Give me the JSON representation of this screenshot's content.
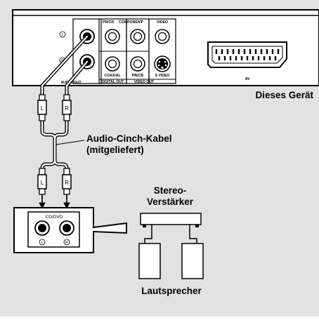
{
  "device": {
    "name": "Dieses Gerät",
    "labels": {
      "audio_out": "AUDIO OUT",
      "component": "COMPONENT",
      "pb_cb": "PB/CB",
      "pr_cr": "PR/CR",
      "y": "Y",
      "video": "VIDEO",
      "coaxial": "COAXIAL",
      "digital_out": "DIGITAL OUT",
      "s_video": "S VIDEO",
      "video_out": "VIDEO OUT",
      "av": "AV",
      "left": "L",
      "right": "R"
    }
  },
  "cable": {
    "name_line1": "Audio-Cinch-Kabel",
    "name_line2": "(mitgeliefert)",
    "plug_left": "L",
    "plug_right": "R"
  },
  "amplifier": {
    "name_line1": "Stereo-",
    "name_line2": "Verstärker",
    "input_label": "CD/DVD",
    "jack_left": "L",
    "jack_right": "R"
  },
  "speakers": {
    "name": "Lautsprecher"
  }
}
